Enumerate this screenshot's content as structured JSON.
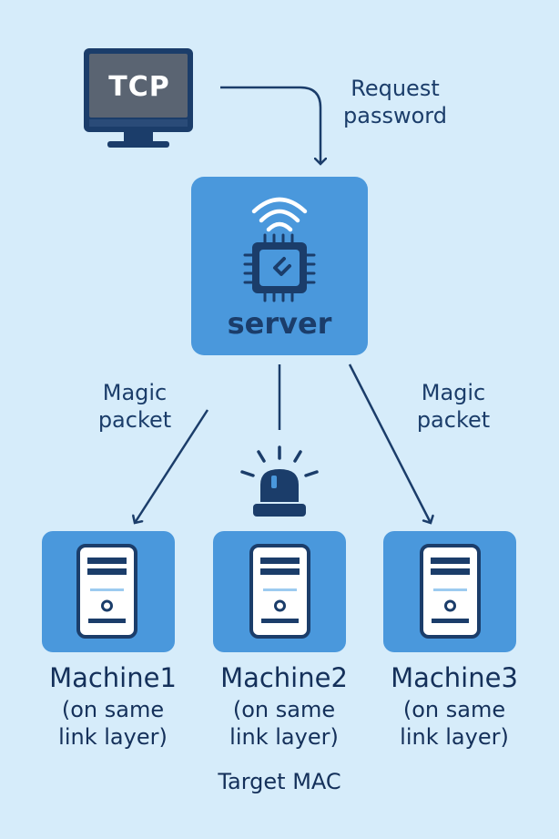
{
  "client": {
    "label": "TCP",
    "icon": "monitor-icon"
  },
  "request_label": {
    "line1": "Request",
    "line2": "password"
  },
  "server": {
    "label": "server",
    "icons": [
      "wifi-icon",
      "chip-icon"
    ]
  },
  "magic_left": {
    "line1": "Magic",
    "line2": "packet"
  },
  "magic_right": {
    "line1": "Magic",
    "line2": "packet"
  },
  "alarm": {
    "icon": "alarm-light-icon"
  },
  "machines": [
    {
      "name": "Machine1",
      "sub1": "(on same",
      "sub2": "link layer)",
      "icon": "tower-pc-icon"
    },
    {
      "name": "Machine2",
      "sub1": "(on same",
      "sub2": "link layer)",
      "icon": "tower-pc-icon"
    },
    {
      "name": "Machine3",
      "sub1": "(on same",
      "sub2": "link layer)",
      "icon": "tower-pc-icon"
    }
  ],
  "target_label": "Target MAC",
  "colors": {
    "background": "#d6ecfa",
    "server_box": "#4a98dc",
    "machine_box": "#4a98dc",
    "dark_navy": "#1b3d6a",
    "monitor_screen": "#5a6472"
  }
}
